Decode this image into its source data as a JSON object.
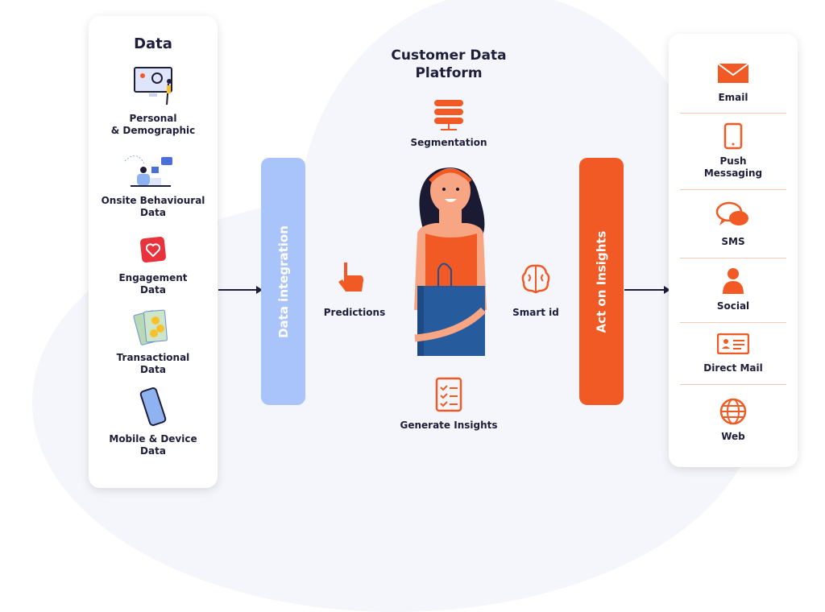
{
  "left_panel": {
    "title": "Data",
    "items": [
      {
        "label": "Personal\n& Demographic",
        "icon": "map-search-illustration"
      },
      {
        "label": "Onsite Behavioural\nData",
        "icon": "person-laptop-illustration"
      },
      {
        "label": "Engagement\nData",
        "icon": "heart-icon"
      },
      {
        "label": "Transactional\nData",
        "icon": "money-icon"
      },
      {
        "label": "Mobile & Device\nData",
        "icon": "mobile-icon"
      }
    ]
  },
  "integration_label": "Data integration",
  "center": {
    "title": "Customer Data\nPlatform",
    "segmentation": "Segmentation",
    "predictions": "Predictions",
    "smart_id": "Smart id",
    "generate_insights": "Generate Insights"
  },
  "act_label": "Act on Insights",
  "right_panel": {
    "items": [
      {
        "label": "Email",
        "icon": "email-icon"
      },
      {
        "label": "Push\nMessaging",
        "icon": "phone-icon"
      },
      {
        "label": "SMS",
        "icon": "chat-icon"
      },
      {
        "label": "Social",
        "icon": "user-icon"
      },
      {
        "label": "Direct Mail",
        "icon": "id-card-icon"
      },
      {
        "label": "Web",
        "icon": "globe-icon"
      }
    ]
  },
  "colors": {
    "accent": "#f15a24",
    "integration": "#a9c3fb",
    "text": "#1e1d3a"
  }
}
